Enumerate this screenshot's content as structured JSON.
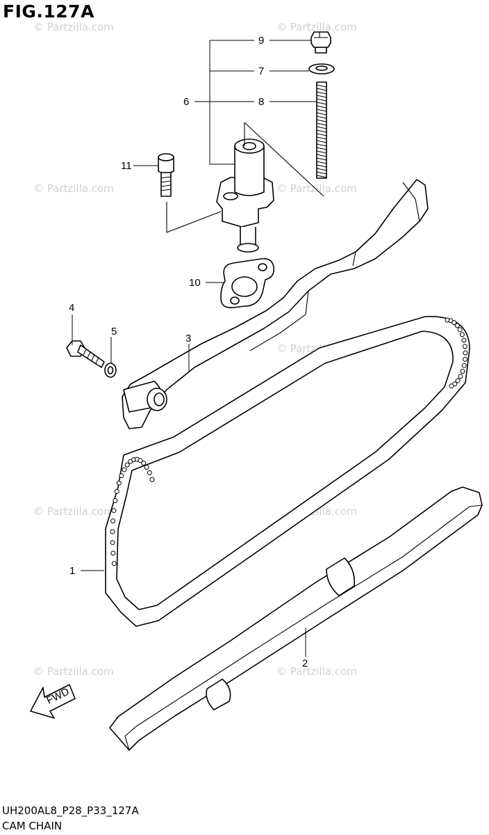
{
  "figure_title": "FIG.127A",
  "footer": {
    "code": "UH200AL8_P28_P33_127A",
    "name": "CAM CHAIN"
  },
  "watermark_text": "© Partzilla.com",
  "fwd_label": "FWD",
  "callouts": {
    "c1": "1",
    "c2": "2",
    "c3": "3",
    "c4": "4",
    "c5": "5",
    "c6": "6",
    "c7": "7",
    "c8": "8",
    "c9": "9",
    "c10": "10",
    "c11": "11"
  }
}
